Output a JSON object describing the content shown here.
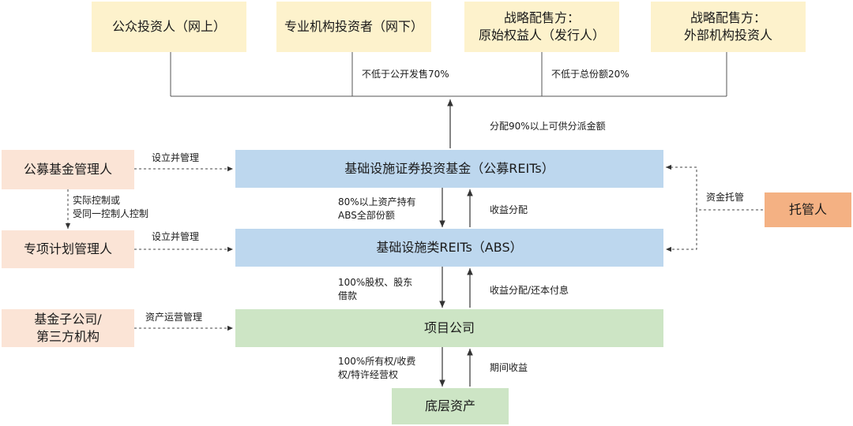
{
  "investors": {
    "public": "公众投资人（网上）",
    "institutional": "专业机构投资者（网下）",
    "strategic_original_line1": "战略配售方：",
    "strategic_original_line2": "原始权益人（发行人）",
    "strategic_external_line1": "战略配售方：",
    "strategic_external_line2": "外部机构投资人"
  },
  "labels": {
    "min_public_offering": "不低于公开发售70%",
    "min_total_share": "不低于总份额20%",
    "distribution_90": "分配90%以上可供分派金额",
    "setup_manage_1": "设立并管理",
    "setup_manage_2": "设立并管理",
    "actual_control_line1": "实际控制或",
    "actual_control_line2": "受同一控制人控制",
    "asset_operation_mgmt": "资产运营管理",
    "fund_custody": "资金托管",
    "hold_80_line1": "80%以上资产持有",
    "hold_80_line2": "ABS全部份额",
    "income_distribution": "收益分配",
    "equity_100_line1": "100%股权、股东",
    "equity_100_line2": "借款",
    "income_repay": "收益分配/还本付息",
    "ownership_line1": "100%所有权/收费",
    "ownership_line2": "权/特许经营权",
    "period_income": "期间收益"
  },
  "entities": {
    "fund": "基础设施证券投资基金（公募REITs）",
    "abs": "基础设施类REITs（ABS）",
    "project": "项目公司",
    "assets": "底层资产",
    "fund_manager": "公募基金管理人",
    "plan_manager": "专项计划管理人",
    "subsidiary_line1": "基金子公司/",
    "subsidiary_line2": "第三方机构",
    "custodian": "托管人"
  }
}
